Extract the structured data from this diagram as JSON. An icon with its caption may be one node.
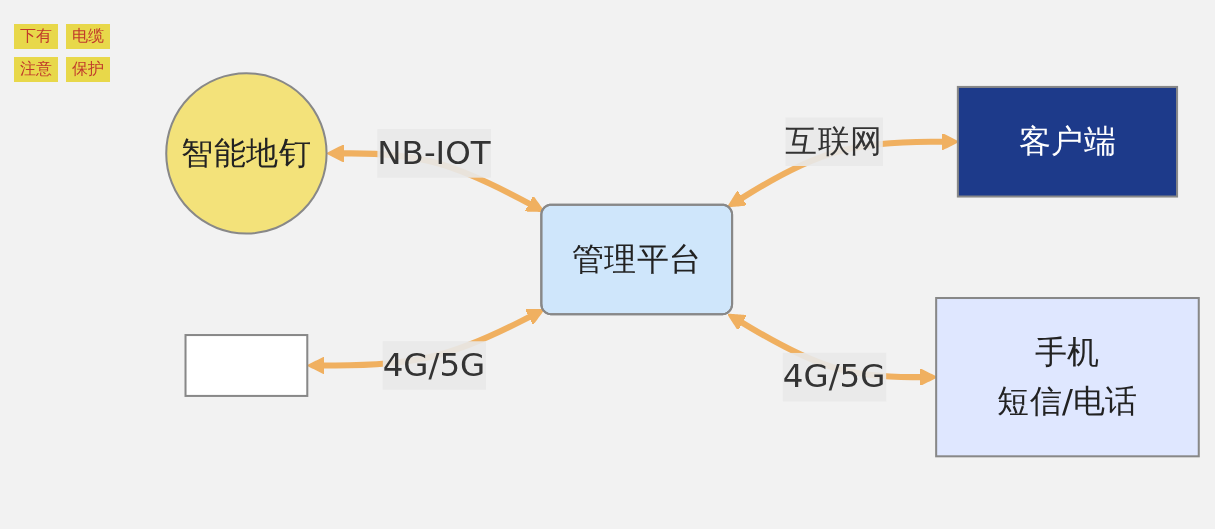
{
  "diagram": {
    "nodes": [
      {
        "text": [
          "智能地钉"
        ]
      },
      {
        "text": [
          "管理平台"
        ]
      },
      {
        "text": [
          "客户端"
        ]
      },
      {
        "text": [],
        "shape": "box"
      },
      {
        "text": [
          "手机",
          "短信/电话"
        ]
      }
    ],
    "edges": [
      {
        "from": 0,
        "to": 1,
        "arrow": "both",
        "label": "NB-IOT"
      },
      {
        "from": 1,
        "to": 2,
        "arrow": "both",
        "label": "互联网"
      },
      {
        "from": 3,
        "to": 1,
        "arrow": "both",
        "label": "4G/5G"
      },
      {
        "from": 1,
        "to": 4,
        "arrow": "both",
        "label": "4G/5G"
      }
    ],
    "labels": [
      "下有",
      "电缆",
      "注意",
      "保护"
    ]
  }
}
